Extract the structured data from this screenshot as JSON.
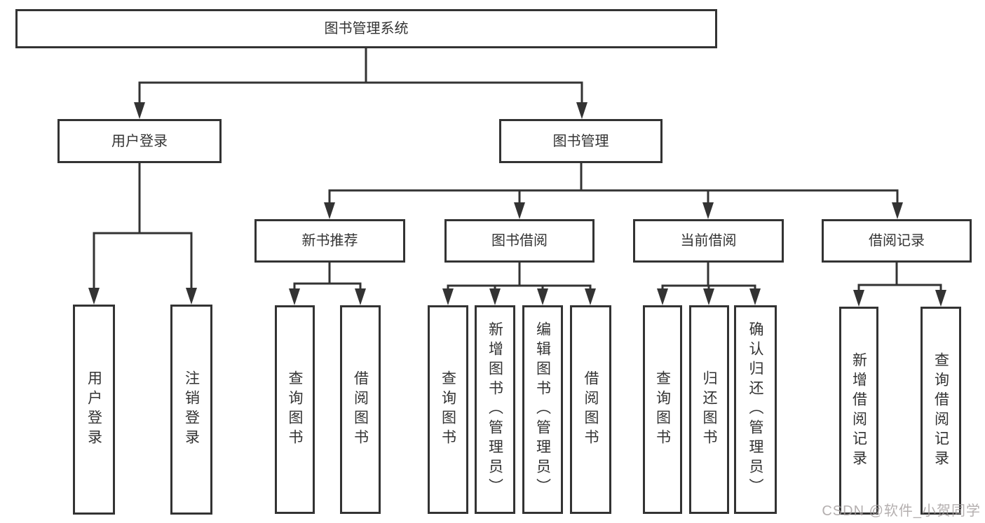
{
  "diagram": {
    "root": "图书管理系统",
    "user_login": {
      "label": "用户登录",
      "children": [
        "用户登录",
        "注销登录"
      ]
    },
    "book_mgmt": {
      "label": "图书管理",
      "new_book_rec": {
        "label": "新书推荐",
        "children": [
          "查询图书",
          "借阅图书"
        ]
      },
      "book_borrow": {
        "label": "图书借阅",
        "children": [
          "查询图书",
          "新增图书（管理员）",
          "编辑图书（管理员）",
          "借阅图书"
        ]
      },
      "current_borrow": {
        "label": "当前借阅",
        "children": [
          "查询图书",
          "归还图书",
          "确认归还（管理员）"
        ]
      },
      "borrow_record": {
        "label": "借阅记录",
        "children": [
          "新增借阅记录",
          "查询借阅记录"
        ]
      }
    },
    "colors": {
      "line": "#333333",
      "text": "#333333",
      "background": "#ffffff",
      "watermark": "#a49e9e"
    },
    "watermark": "CSDN @软件_小贺同学"
  }
}
